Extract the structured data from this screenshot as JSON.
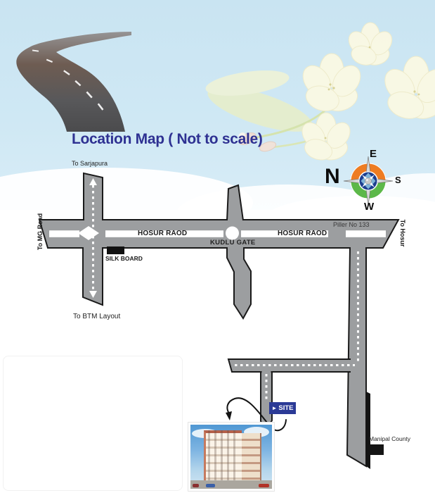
{
  "title": "Location Map ( Not to scale)",
  "compass": {
    "north": "N",
    "south": "S",
    "east": "E",
    "west": "W"
  },
  "map": {
    "labels": {
      "to_sarjapura": "To Sarjapura",
      "to_mg_road": "To MG Road",
      "hosur_road_left": "HOSUR RAOD",
      "hosur_road_right": "HOSUR RAOD",
      "kudlu_gate": "KUDLU GATE",
      "piller_no": "Piller No 133",
      "to_hosur": "To Hosur",
      "silk_board": "SILK BOARD",
      "to_btm_layout": "To BTM Layout",
      "site": "SITE",
      "site_arrow": "►",
      "manipal_county": "Manipal County"
    },
    "colors": {
      "road_gray": "#9c9ea0",
      "road_outline": "#1a1a1a",
      "title_navy": "#2e3192",
      "site_badge_bg": "#2b3a96",
      "compass_orange": "#ee7c22",
      "compass_green": "#5cb849",
      "compass_navy": "#1d3e8f",
      "sky_blue": "#cfe8f4"
    }
  }
}
